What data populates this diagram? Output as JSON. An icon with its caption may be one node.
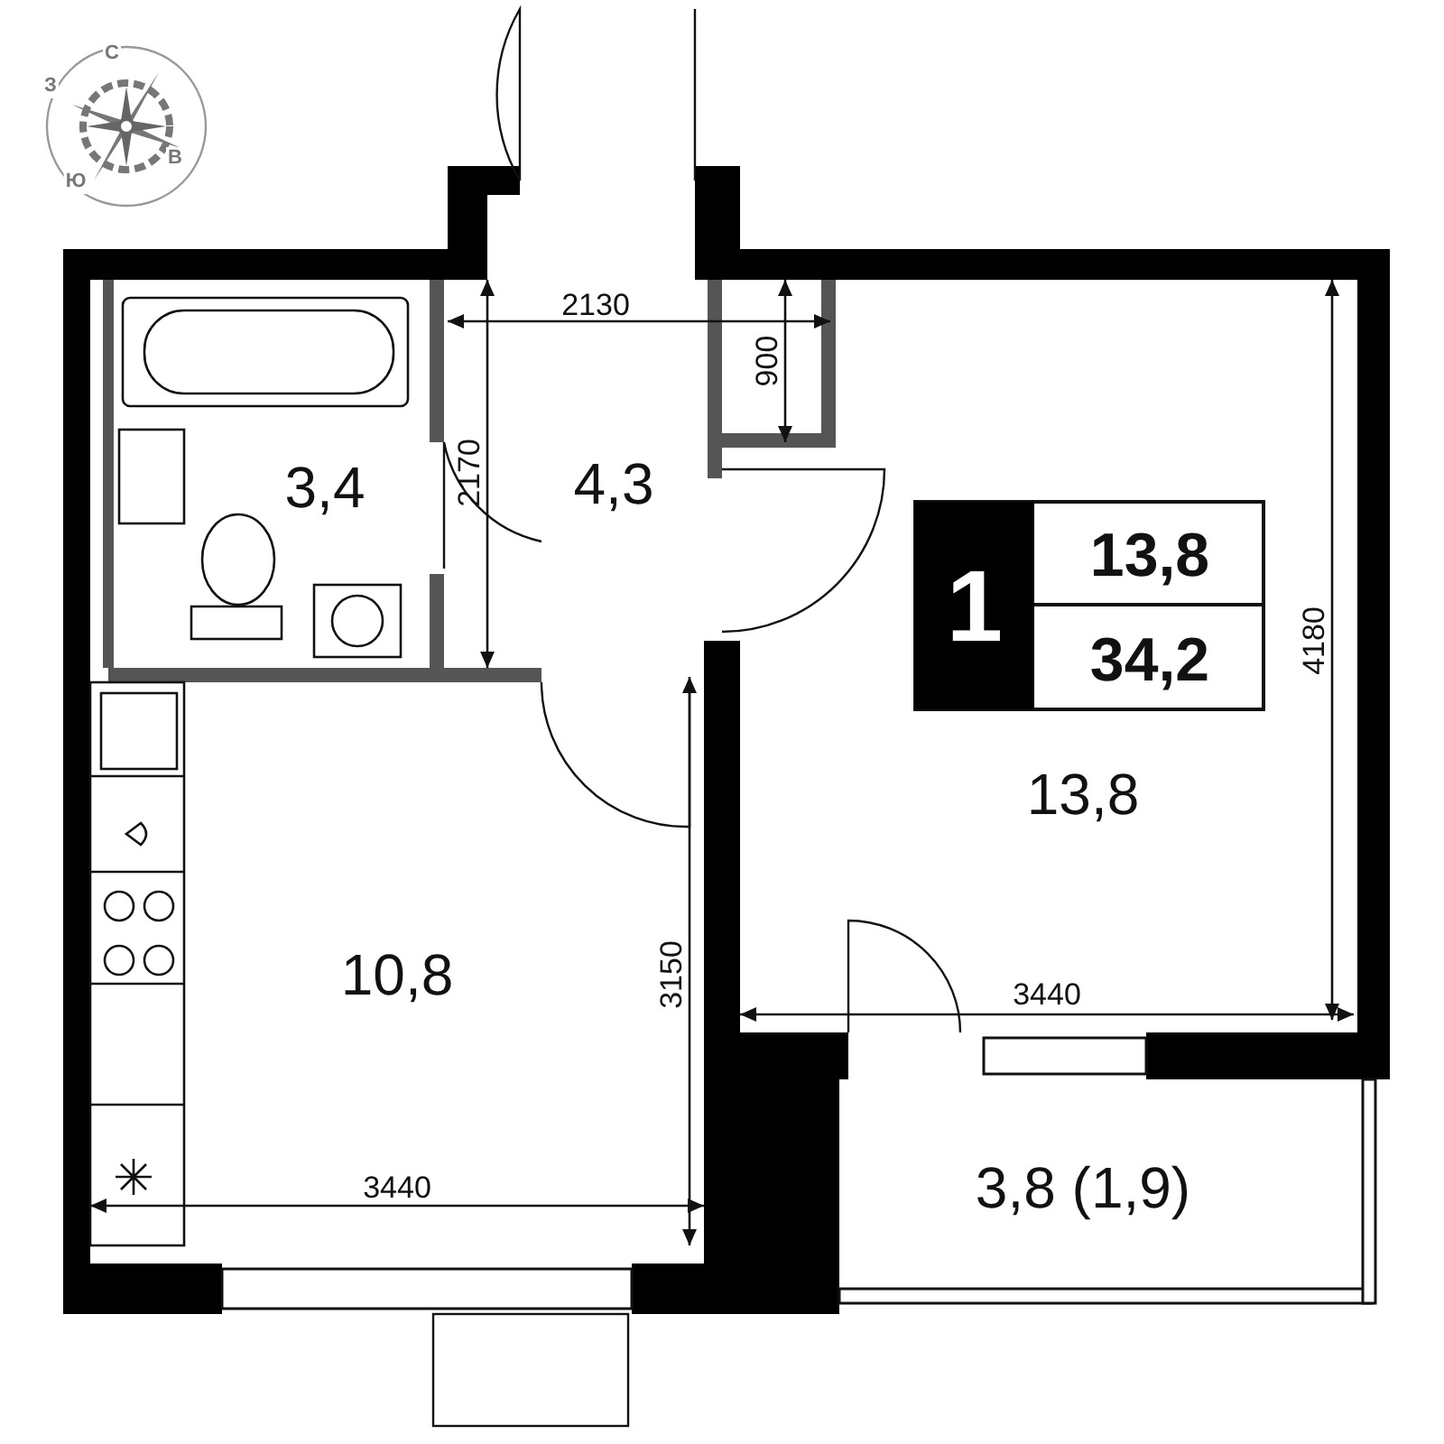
{
  "diagram": {
    "labels": [
      "С",
      "З",
      "В",
      "Ю",
      "2130",
      "900",
      "3,4",
      "2170",
      "4,3",
      "1",
      "13,8",
      "34,2",
      "4180",
      "13,8",
      "10,8",
      "3150",
      "3440",
      "3,8 (1,9)",
      "3440"
    ]
  }
}
